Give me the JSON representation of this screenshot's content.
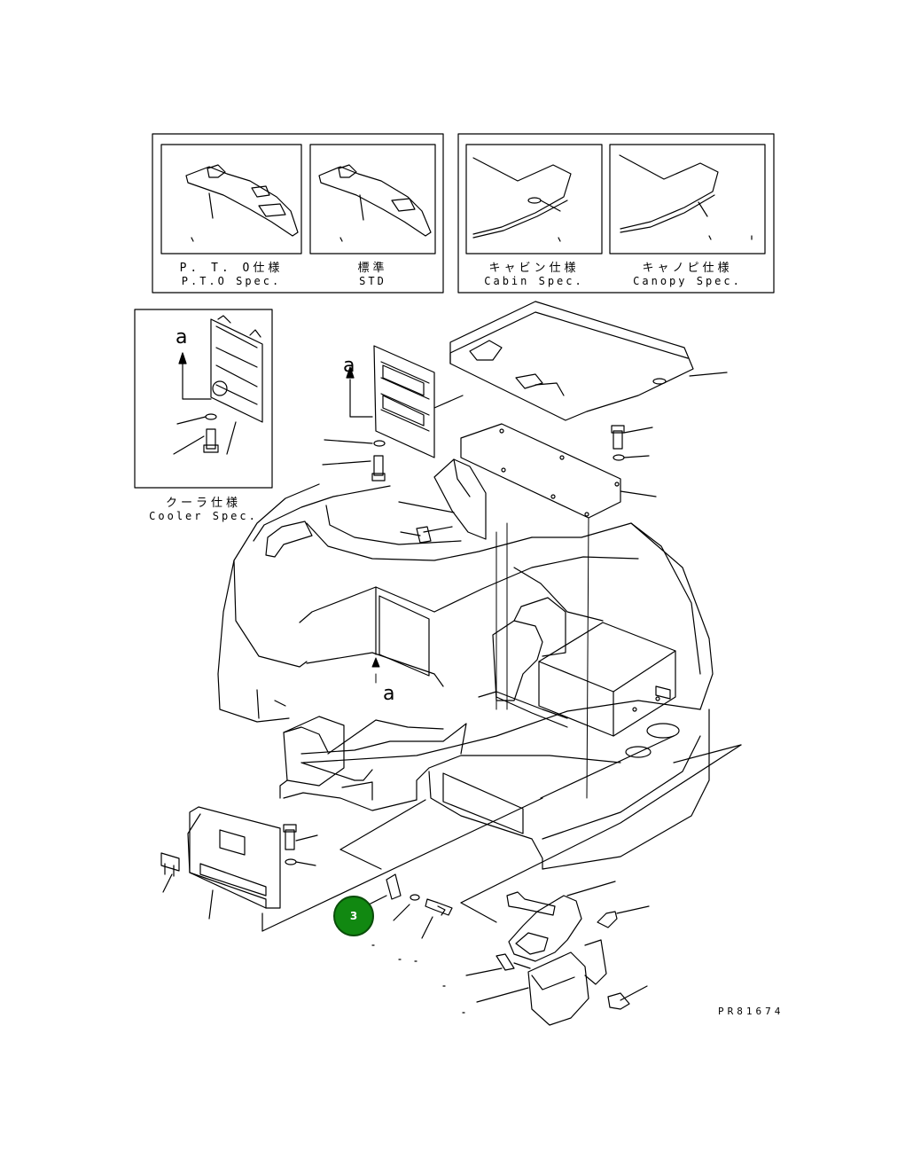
{
  "spec_panels": {
    "pto": {
      "jp": "P. T. O仕様",
      "en": "P.T.O Spec."
    },
    "std": {
      "jp": "標準",
      "en": "STD"
    },
    "cabin": {
      "jp": "キャビン仕様",
      "en": "Cabin Spec."
    },
    "canopy": {
      "jp": "キャノピ仕様",
      "en": "Canopy Spec."
    },
    "cooler": {
      "jp": "クーラ仕様",
      "en": "Cooler Spec."
    }
  },
  "view_arrows": {
    "a1": "a",
    "a2": "a",
    "a3": "a"
  },
  "callouts": [
    {
      "id": "callout-3",
      "label": "3"
    }
  ],
  "drawing_number": "PR81674",
  "colors": {
    "line": "#000000",
    "callout_fill": "#118811",
    "background": "#ffffff"
  }
}
